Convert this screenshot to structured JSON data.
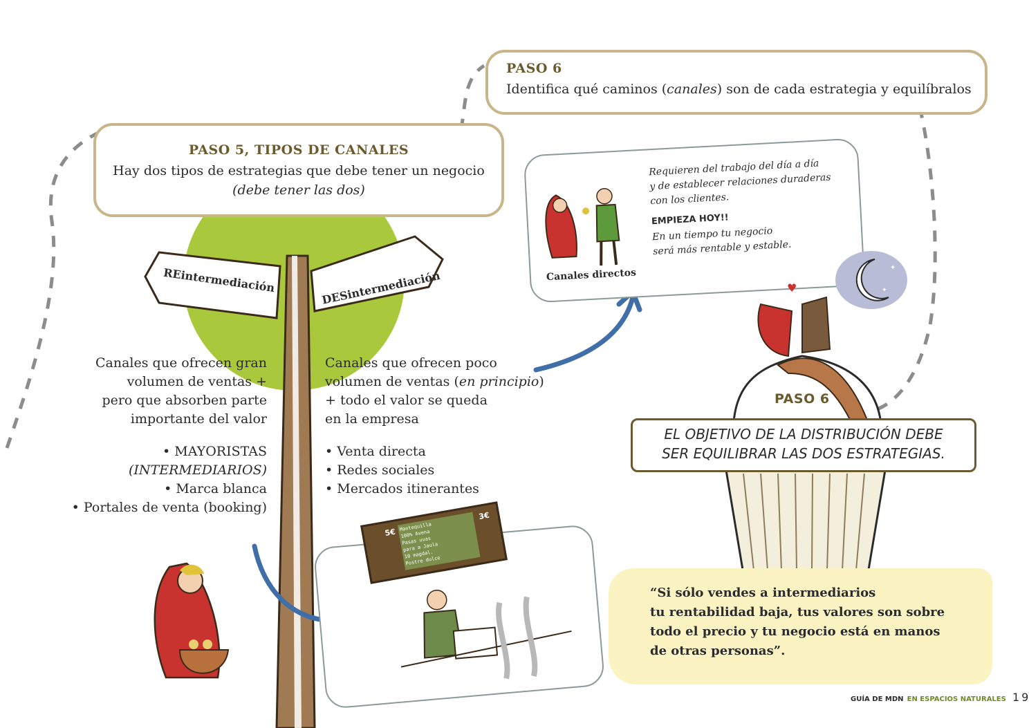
{
  "paso6_top": {
    "title": "PASO 6",
    "text_pre": "Identifica qué caminos (",
    "text_em": "canales",
    "text_post": ") son de cada estrategia y equilíbralos"
  },
  "paso5": {
    "title": "PASO 5, TIPOS DE CANALES",
    "line1": "Hay dos tipos de estrategias que debe tener un negocio",
    "line2": "(debe tener las dos)"
  },
  "signs": {
    "left": "REintermediación",
    "right": "DESintermediación"
  },
  "left_column": {
    "lines": [
      "Canales que ofrecen gran",
      "volumen de ventas +",
      "pero que absorben parte",
      "importante del valor"
    ],
    "items": [
      "• MAYORISTAS",
      "(INTERMEDIARIOS)",
      "• Marca blanca",
      "• Portales de venta (booking)"
    ]
  },
  "right_column": {
    "line1": "Canales que ofrecen poco",
    "line2_pre": "volumen de ventas (",
    "line2_em": "en principio",
    "line2_post": ")",
    "line3": "+ todo el valor se queda",
    "line4": "en la empresa",
    "items": [
      "• Venta directa",
      "• Redes sociales",
      "• Mercados itinerantes"
    ]
  },
  "direct_box": {
    "text1": "Requieren del trabajo del día a día",
    "text2": "y de establecer relaciones duraderas",
    "text3": "con los clientes.",
    "cta": "EMPIEZA HOY!!",
    "text4": "En un tiempo tu negocio",
    "text5": "será más rentable y estable.",
    "caption": "Canales directos"
  },
  "cupcake": {
    "title": "PASO 6",
    "goal_line1": "EL OBJETIVO DE LA DISTRIBUCIÓN DEBE",
    "goal_line2": "SER EQUILIBRAR LAS DOS ESTRATEGIAS."
  },
  "market_sign": {
    "price1": "5€",
    "price2": "3€",
    "menu": [
      "Mantequilla",
      "100% Avena",
      "Pasas uvas",
      "para a Jaula",
      "10 magdal.",
      "Postre dulce"
    ]
  },
  "quote": {
    "line1": "“Si sólo vendes a intermediarios",
    "line2": "tu rentabilidad baja, tus valores son sobre",
    "line3": "todo el precio y tu negocio está en manos",
    "line4": "de otras personas”."
  },
  "footer": {
    "guide": "GUÍA DE MDN",
    "section": "EN ESPACIOS NATURALES",
    "page": "19"
  },
  "colors": {
    "box_border": "#c8b58a",
    "heading": "#6b5a2e",
    "green_circle": "#a9c83c",
    "arrow_blue": "#3f6ea8",
    "dash_gray": "#8c8c8c",
    "quote_bg": "#fbf3c2",
    "red": "#c8322f"
  }
}
